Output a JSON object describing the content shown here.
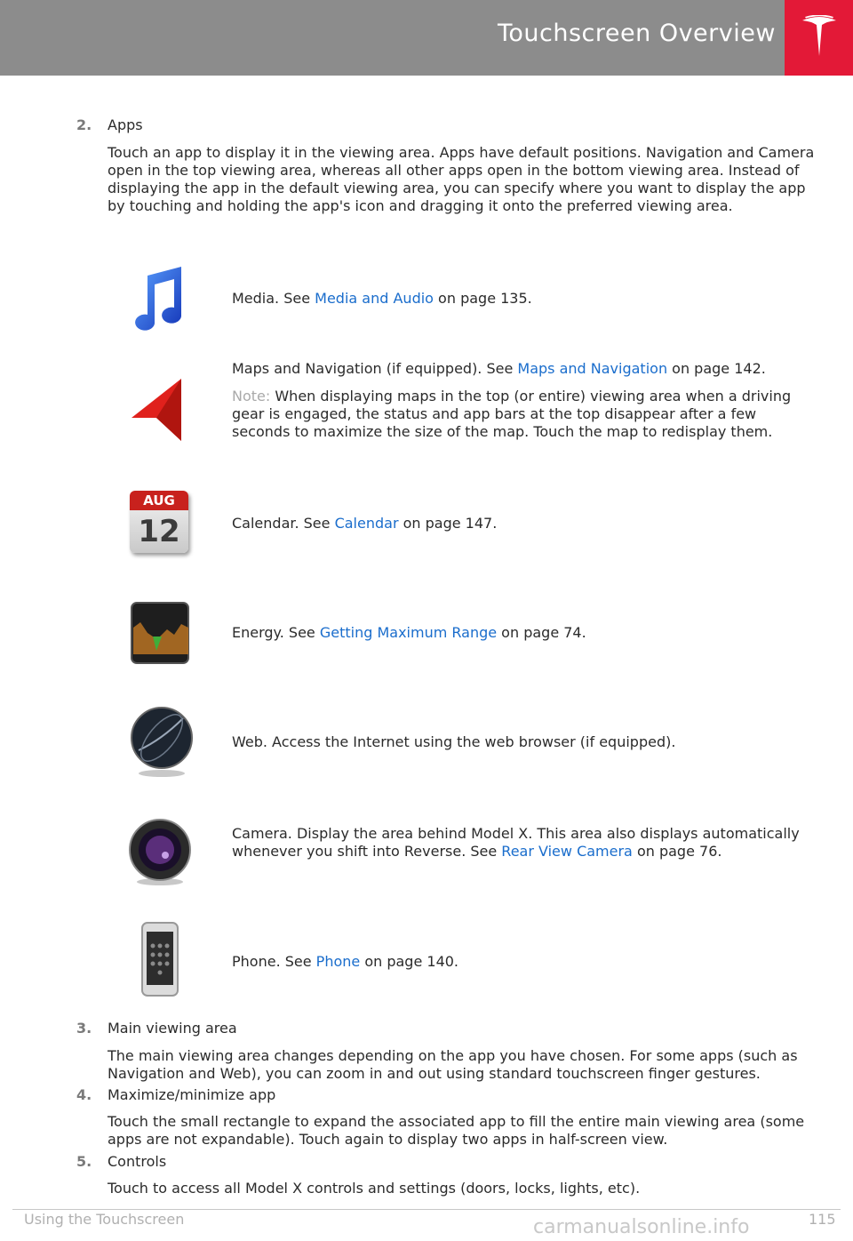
{
  "header": {
    "title": "Touchscreen Overview"
  },
  "items": [
    {
      "num": "2.",
      "title": "Apps",
      "para": "Touch an app to display it in the viewing area. Apps have default positions. Navigation and Camera open in the top viewing area, whereas all other apps open in the bottom viewing area. Instead of displaying the app in the default viewing area, you can specify where you want to display the app by touching and holding the app's icon and dragging it onto the preferred viewing area."
    },
    {
      "num": "3.",
      "title": "Main viewing area",
      "para": "The main viewing area changes depending on the app you have chosen. For some apps (such as Navigation and Web), you can zoom in and out using standard touchscreen finger gestures."
    },
    {
      "num": "4.",
      "title": "Maximize/minimize app",
      "para": "Touch the small rectangle to expand the associated app to fill the entire main viewing area (some apps are not expandable). Touch again to display two apps in half-screen view."
    },
    {
      "num": "5.",
      "title": "Controls",
      "para": "Touch to access all Model X controls and settings (doors, locks, lights, etc)."
    }
  ],
  "apps": {
    "media": {
      "pre": "Media. See ",
      "link": "Media and Audio",
      "post": " on page 135."
    },
    "maps": {
      "pre": "Maps and Navigation (if equipped). See ",
      "link": "Maps and Navigation",
      "post": " on page 142.",
      "note_label": "Note:",
      "note_text": " When displaying maps in the top (or entire) viewing area when a driving gear is engaged, the status and app bars at the top disappear after a few seconds to maximize the size of the map. Touch the map to redisplay them."
    },
    "calendar": {
      "pre": "Calendar. See ",
      "link": "Calendar",
      "post": " on page 147.",
      "icon_month": "AUG",
      "icon_day": "12"
    },
    "energy": {
      "pre": "Energy. See ",
      "link": "Getting Maximum Range",
      "post": " on page 74."
    },
    "web": {
      "text": "Web. Access the Internet using the web browser (if equipped)."
    },
    "camera": {
      "pre": "Camera. Display the area behind Model X. This area also displays automatically whenever you shift into Reverse. See ",
      "link": "Rear View Camera",
      "post": " on page 76."
    },
    "phone": {
      "pre": "Phone. See ",
      "link": "Phone",
      "post": " on page 140."
    }
  },
  "footer": {
    "section": "Using the Touchscreen",
    "page": "115",
    "watermark": "carmanualsonline.info"
  },
  "colors": {
    "header_bg": "#8c8c8c",
    "logo_bg": "#e31937",
    "link": "#1a6dcc"
  }
}
